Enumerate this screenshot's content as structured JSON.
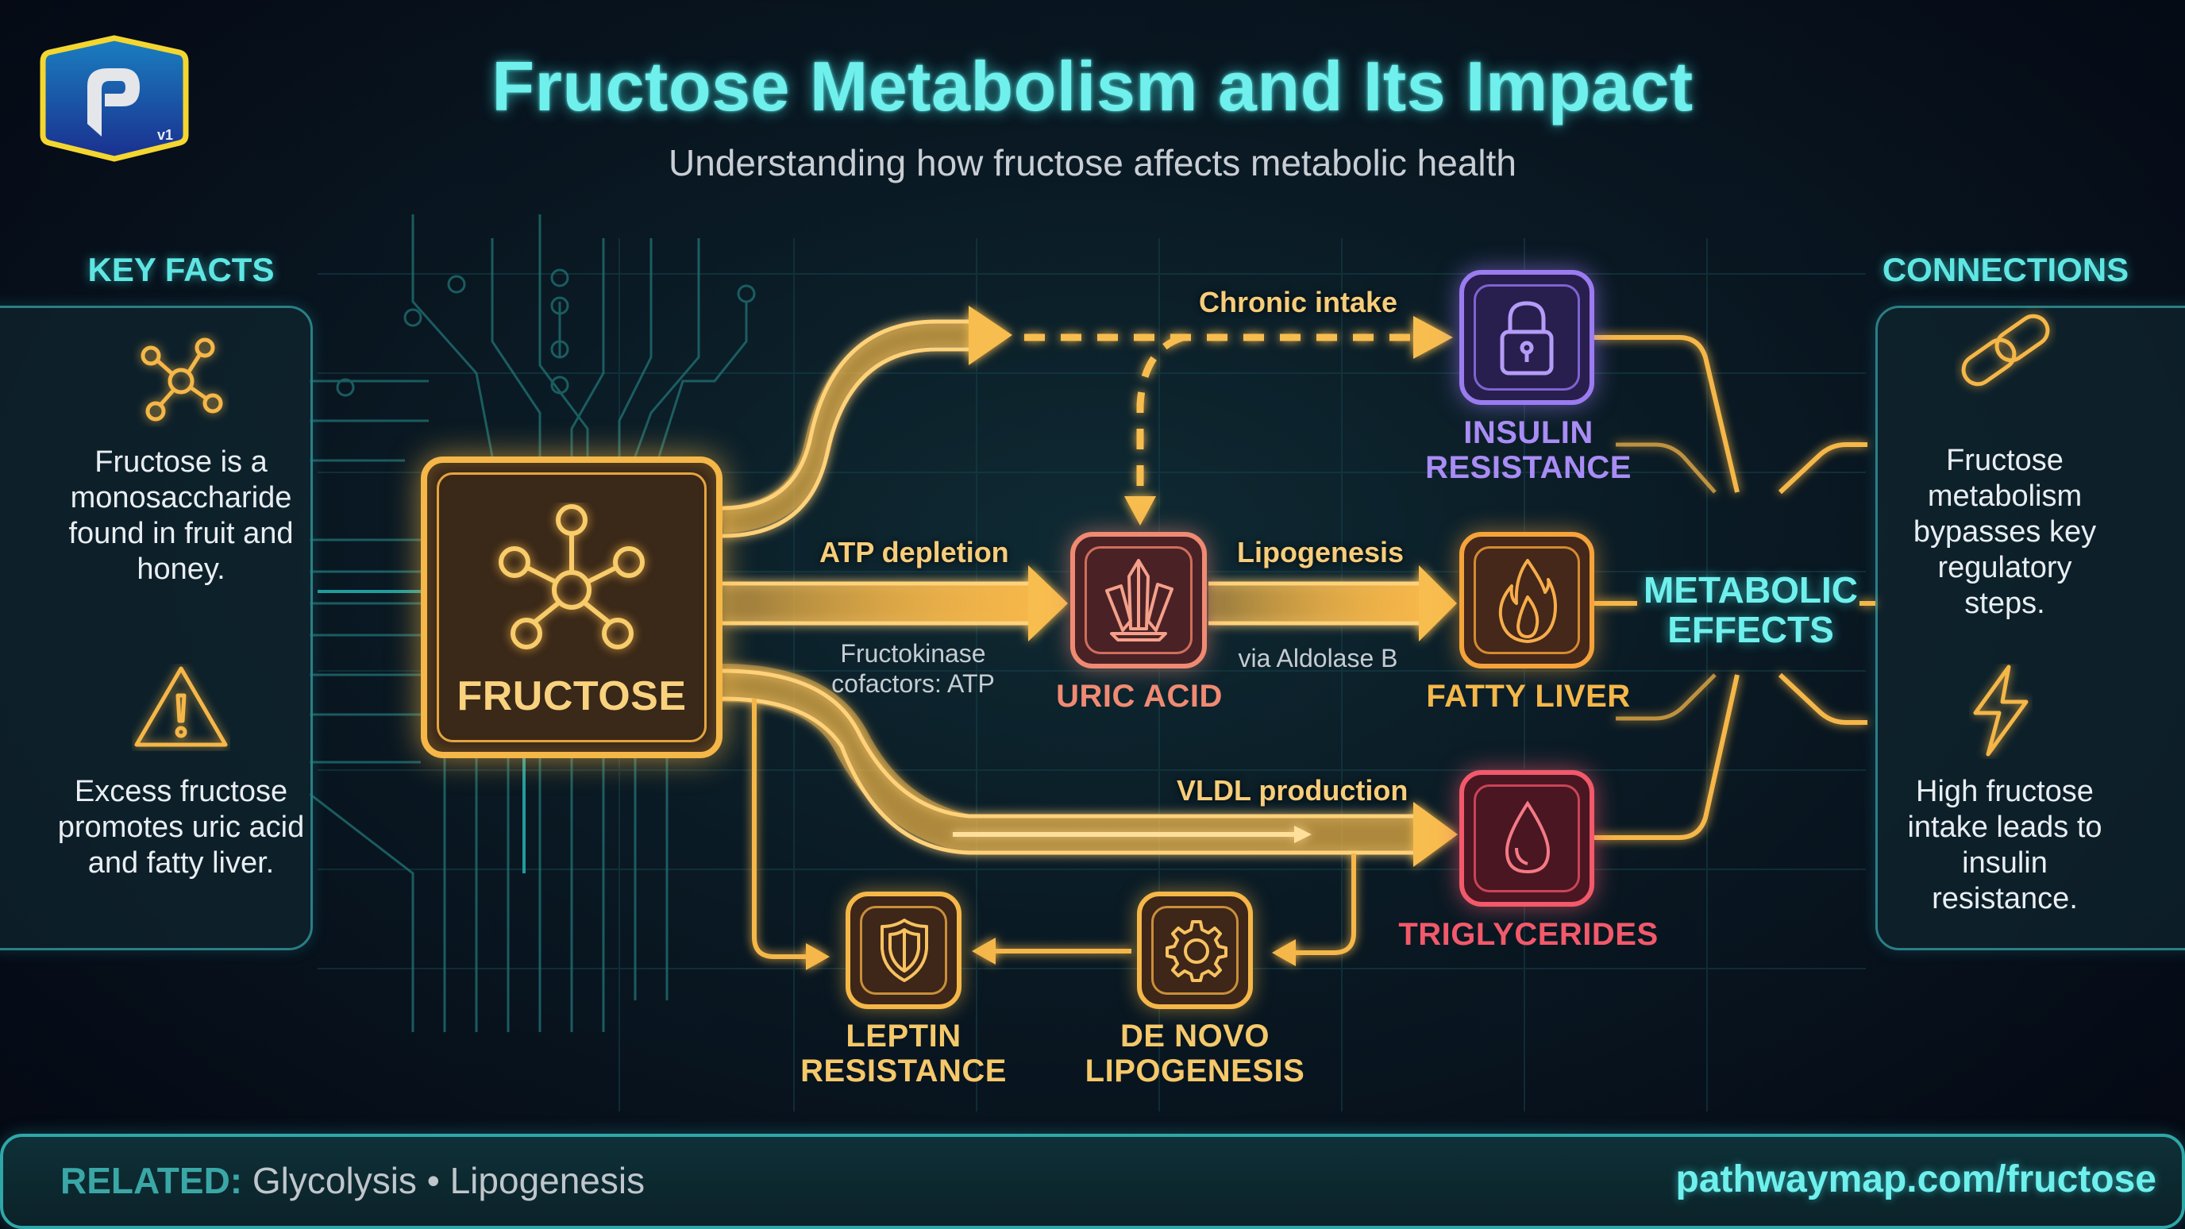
{
  "header": {
    "logo": {
      "letter": "P",
      "version": "v1"
    },
    "title": "Fructose Metabolism and Its Impact",
    "subtitle": "Understanding how fructose affects metabolic health"
  },
  "key_facts": {
    "heading": "KEY FACTS",
    "items": [
      {
        "icon": "molecule-icon",
        "text": "Fructose is a monosaccharide found in fruit and honey."
      },
      {
        "icon": "warning-icon",
        "text": "Excess fructose promotes uric acid and fatty liver."
      }
    ]
  },
  "connections": {
    "heading": "CONNECTIONS",
    "items": [
      {
        "icon": "chain-link-icon",
        "text": "Fructose metabolism bypasses key regulatory steps."
      },
      {
        "icon": "lightning-icon",
        "text": "High fructose intake leads to insulin resistance."
      }
    ]
  },
  "diagram": {
    "nodes": {
      "fructose": {
        "label": "FRUCTOSE",
        "icon": "molecule-icon",
        "color": "#f5b748"
      },
      "insulin_resistance": {
        "line1": "INSULIN",
        "line2": "RESISTANCE",
        "icon": "padlock-icon",
        "color": "#9b7bf0"
      },
      "uric_acid": {
        "label": "URIC ACID",
        "icon": "crystal-icon",
        "color": "#f08a72"
      },
      "fatty_liver": {
        "label": "FATTY LIVER",
        "icon": "flame-icon",
        "color": "#f5a33a"
      },
      "triglycerides": {
        "label": "TRIGLYCERIDES",
        "icon": "droplet-icon",
        "color": "#f2596a"
      },
      "leptin_resistance": {
        "line1": "LEPTIN",
        "line2": "RESISTANCE",
        "icon": "shield-icon",
        "color": "#f5b748"
      },
      "de_novo_lipogenesis": {
        "line1": "DE NOVO",
        "line2": "LIPOGENESIS",
        "icon": "gear-icon",
        "color": "#f5b748"
      },
      "metabolic_effects": {
        "line1": "METABOLIC",
        "line2": "EFFECTS",
        "color": "#6ff0ec"
      }
    },
    "edges": {
      "chronic_intake": "Chronic intake",
      "atp_depletion": "ATP depletion",
      "atp_sub_line1": "Fructokinase",
      "atp_sub_line2": "cofactors: ATP",
      "lipogenesis": "Lipogenesis",
      "lipogenesis_sub": "via Aldolase B",
      "vldl_production": "VLDL production"
    }
  },
  "footer": {
    "related_label": "RELATED:",
    "related_items": "Glycolysis • Lipogenesis",
    "url": "pathwaymap.com/fructose"
  },
  "colors": {
    "accent_cyan": "#6ff0ec",
    "accent_orange": "#f5b748",
    "purple": "#9b7bf0",
    "coral": "#f08a72",
    "red": "#f2596a",
    "panel_border": "#2a7f86"
  }
}
